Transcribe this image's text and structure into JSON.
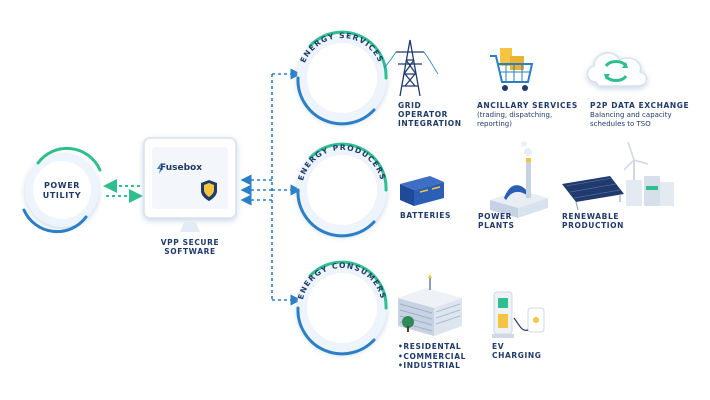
{
  "power_utility": {
    "line1": "POWER",
    "line2": "UTILITY"
  },
  "vpp": {
    "line1": "VPP SECURE",
    "line2": "SOFTWARE",
    "brand": "Fusebox"
  },
  "hubs": {
    "services": {
      "arc_text": "ENERGY SERVICES"
    },
    "producers": {
      "arc_text": "ENERGY PRODUCERS"
    },
    "consumers": {
      "arc_text": "ENERGY CONSUMERS"
    }
  },
  "services": {
    "grid": {
      "line1": "GRID",
      "line2": "OPERATOR",
      "line3": "INTEGRATION"
    },
    "ancillary": {
      "title": "ANCILLARY SERVICES",
      "desc1": "(trading, dispatching,",
      "desc2": "reporting)"
    },
    "p2p": {
      "title": "P2P DATA EXCHANGE",
      "desc1": "Balancing and capacity",
      "desc2": "schedules to TSO"
    }
  },
  "producers": {
    "batteries": "BATTERIES",
    "power_plants": {
      "line1": "POWER",
      "line2": "PLANTS"
    },
    "renewable": {
      "line1": "RENEWABLE",
      "line2": "PRODUCTION"
    }
  },
  "consumers": {
    "segments": [
      "•RESIDENTAL",
      "•COMMERCIAL",
      "•INDUSTRIAL"
    ],
    "ev": {
      "line1": "EV",
      "line2": "CHARGING"
    }
  },
  "colors": {
    "navy": "#1f3a6b",
    "blue": "#2b7fc6",
    "teal": "#2fbf8f",
    "ring": "#e8f1fa"
  },
  "icons": {
    "grid": "transmission-tower-icon",
    "ancillary": "shopping-cart-icon",
    "p2p": "cloud-sync-icon",
    "batteries": "battery-pack-icon",
    "power_plants": "power-plant-icon",
    "renewable": "solar-wind-icon",
    "consumers": "office-building-icon",
    "ev": "ev-charger-icon"
  }
}
